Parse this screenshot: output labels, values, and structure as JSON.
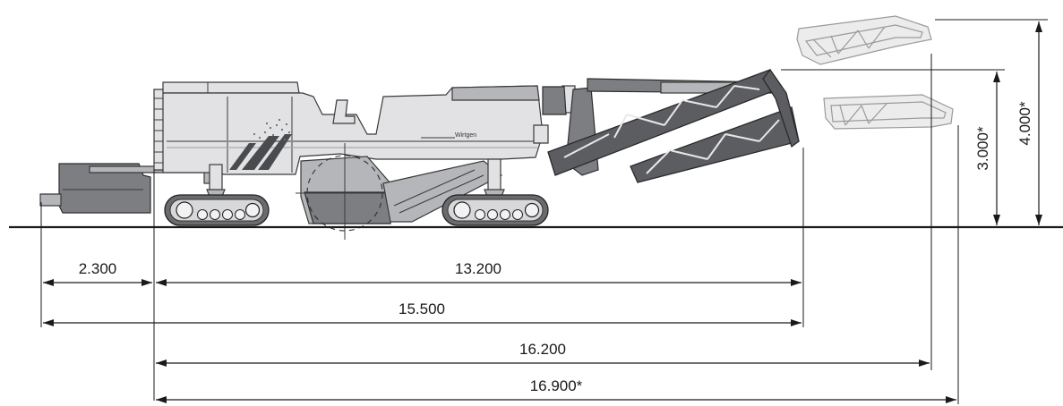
{
  "dimensions": {
    "horizontal": [
      {
        "label": "2.300"
      },
      {
        "label": "13.200"
      },
      {
        "label": "15.500"
      },
      {
        "label": "16.200"
      },
      {
        "label": "16.900*"
      }
    ],
    "vertical": [
      {
        "label": "3.000*"
      },
      {
        "label": "4.000*"
      }
    ]
  },
  "machine": {
    "brand_text": "Wirtgen"
  },
  "colors": {
    "ink": "#1a1a1a",
    "machine_light": "#e2e2e4",
    "machine_dark": "#7d7e82",
    "conveyor_dark": "#5c5d61",
    "conveyor_ghost": "#ececed"
  }
}
